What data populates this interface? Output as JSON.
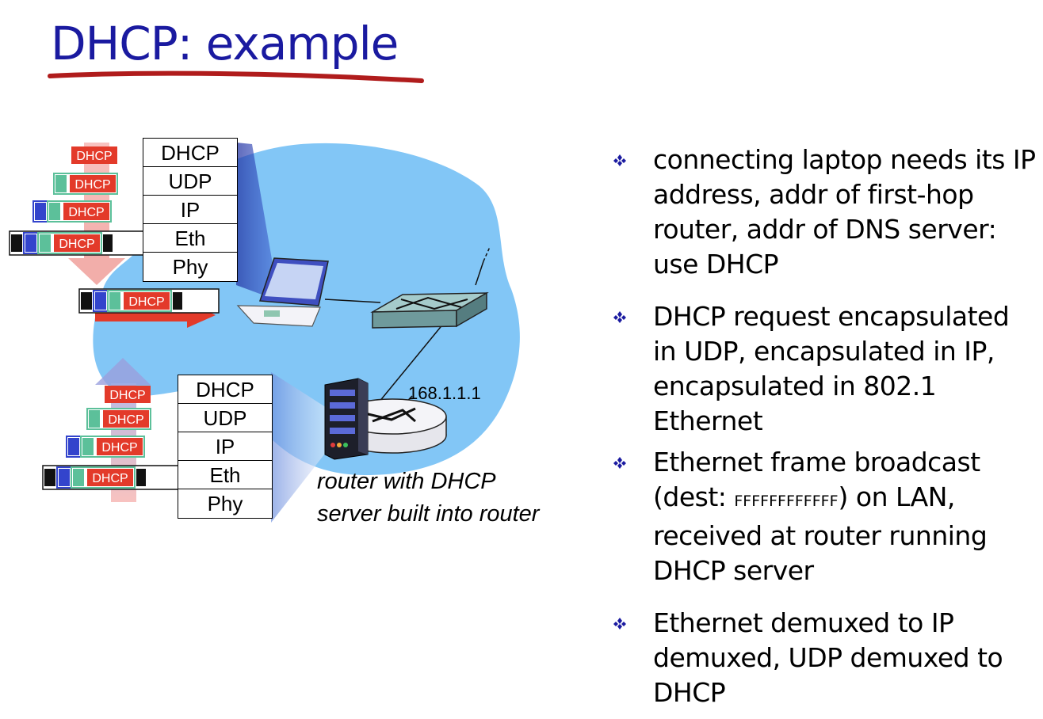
{
  "title": "DHCP: example",
  "colors": {
    "title": "#1a1aa0",
    "underline": "#b01c1c",
    "cloud": "#82c6f6",
    "dhcp_red": "#e33a2a",
    "udp_green": "#5cc09a",
    "ip_blue": "#3344cc",
    "eth_black": "#111111"
  },
  "laptop_stack": [
    "DHCP",
    "UDP",
    "IP",
    "Eth",
    "Phy"
  ],
  "router_stack": [
    "DHCP",
    "UDP",
    "IP",
    "Eth",
    "Phy"
  ],
  "packet_label": "DHCP",
  "router_ip": "168.1.1.1",
  "router_caption": "router with DHCP server built into router",
  "bullets": [
    {
      "text": "connecting laptop needs its IP address, addr of first-hop router, addr of DNS server: use DHCP"
    },
    {
      "text": "DHCP request encapsulated in UDP, encapsulated in IP, encapsulated in 802.1 Ethernet"
    },
    {
      "pre": "Ethernet frame broadcast (dest: ",
      "code": "FFFFFFFFFFFF",
      "post": ") on LAN, received at router running DHCP server"
    },
    {
      "text": "Ethernet demuxed to IP demuxed, UDP demuxed to DHCP"
    }
  ],
  "icons": {
    "laptop": "laptop-icon",
    "switch": "switch-icon",
    "router": "router-server-icon",
    "bullet": "diamond-bullet-icon"
  }
}
